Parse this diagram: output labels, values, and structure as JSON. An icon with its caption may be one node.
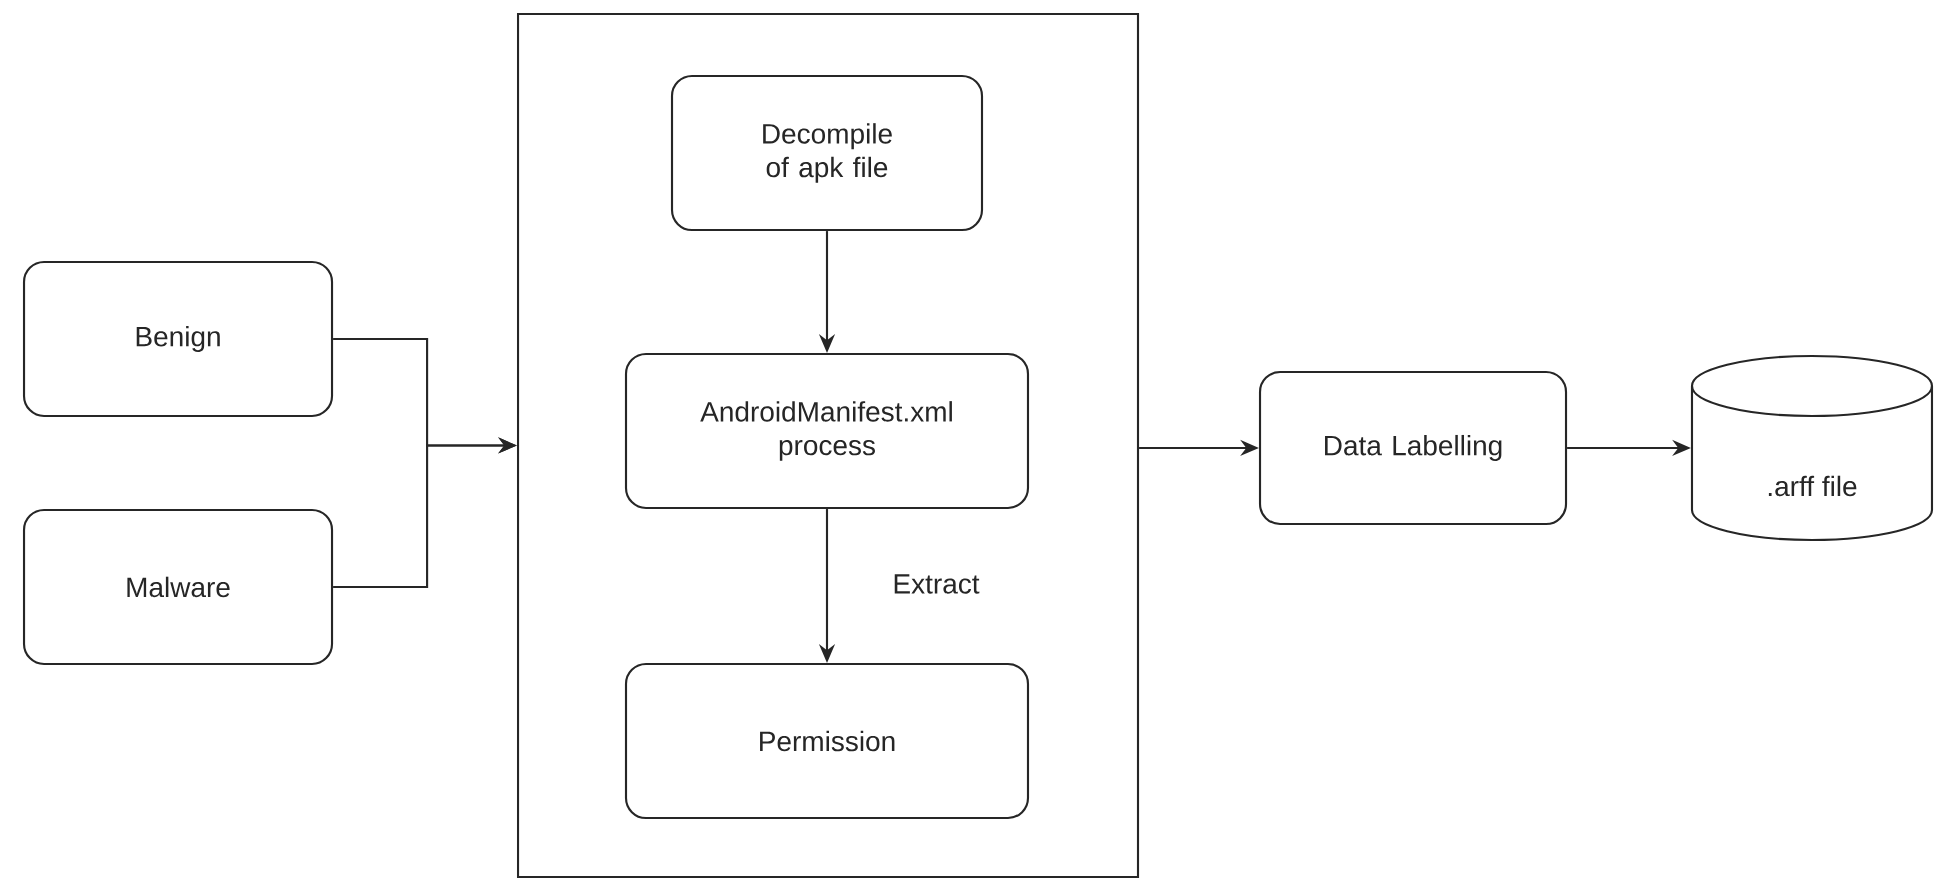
{
  "diagram": {
    "nodes": [
      {
        "text": [],
        "shape": "box"
      },
      {
        "text": [
          "Benign"
        ]
      },
      {
        "text": [
          "Malware"
        ]
      },
      {
        "text": [
          "Decompile of apk file"
        ],
        "in": 0
      },
      {
        "text": [
          "AndroidManifest.xml process"
        ],
        "in": 0
      },
      {
        "text": [
          "Permission"
        ],
        "in": 0
      },
      {
        "text": [
          "Data Labelling"
        ]
      },
      {
        "text": [
          ".arff file"
        ]
      }
    ],
    "edges": [
      {
        "from": 1,
        "to": 0,
        "arrow": "to"
      },
      {
        "from": 2,
        "to": 0,
        "arrow": "to"
      },
      {
        "from": 3,
        "to": 4,
        "arrow": "to"
      },
      {
        "from": 4,
        "to": 5,
        "arrow": "to",
        "label": "Extract"
      },
      {
        "from": 0,
        "to": 6,
        "arrow": "to"
      },
      {
        "from": 6,
        "to": 7,
        "arrow": "to"
      }
    ]
  }
}
